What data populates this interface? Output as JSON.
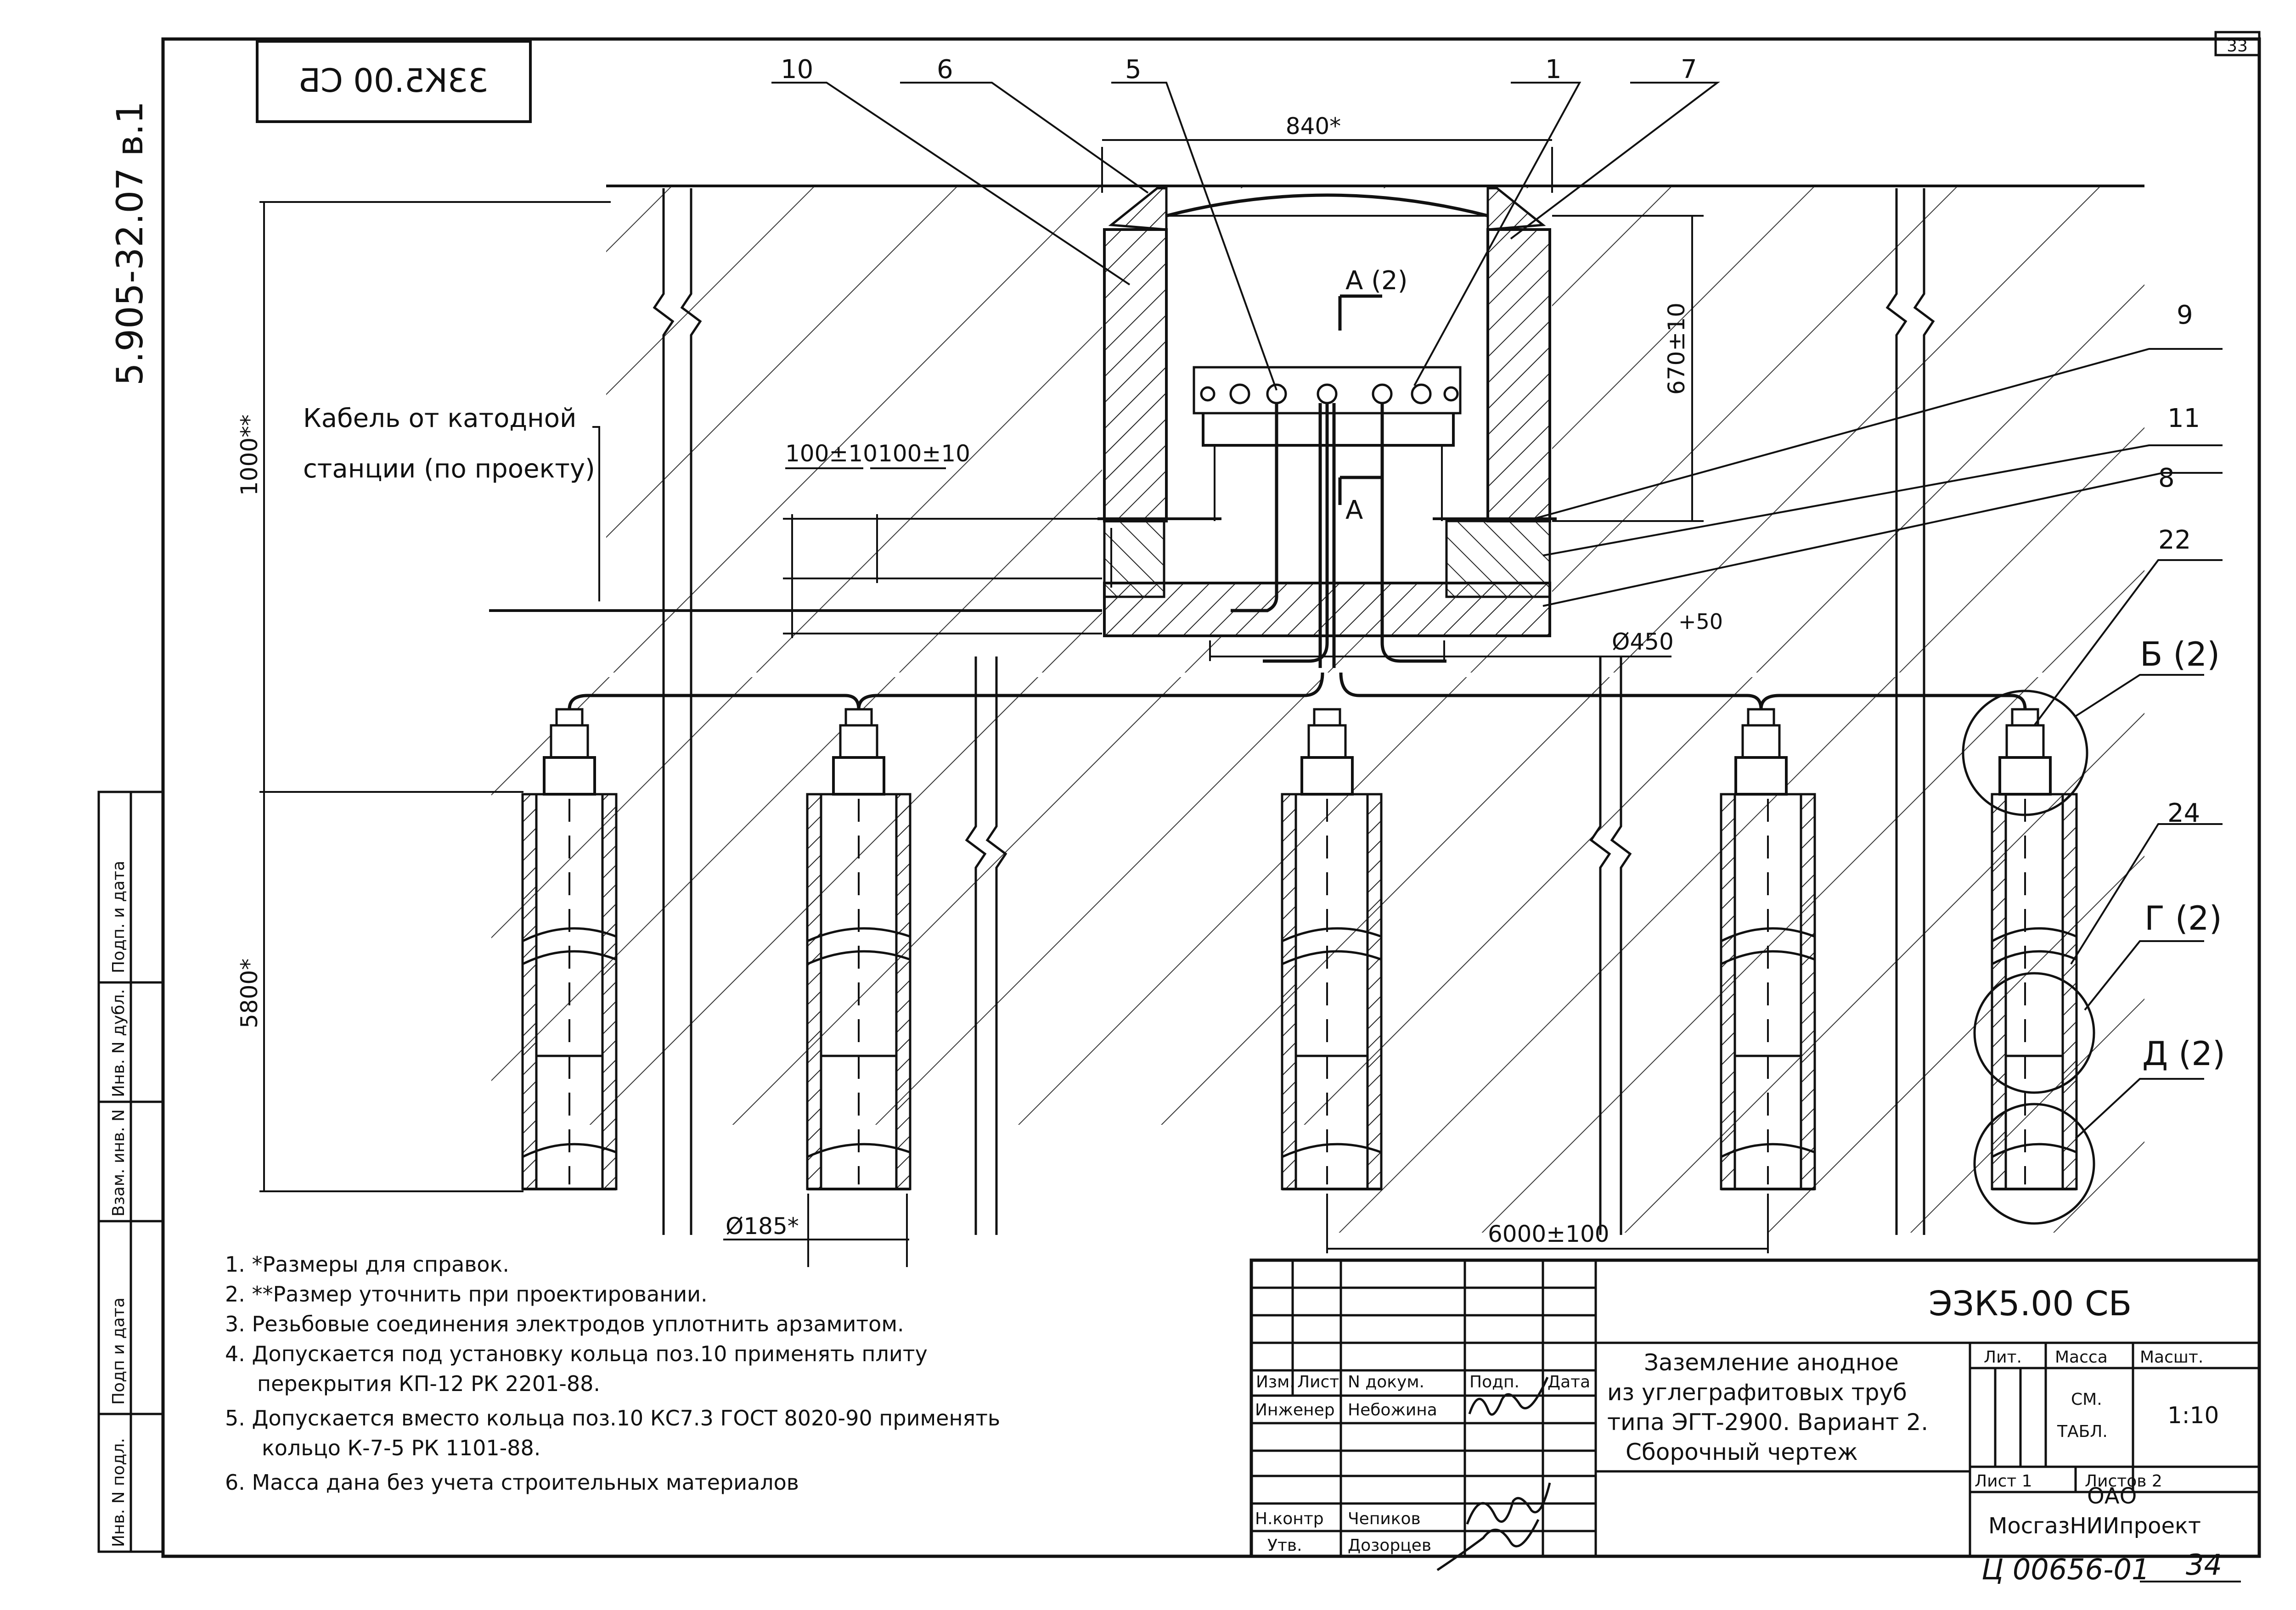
{
  "sheet": {
    "sheet_number": "33",
    "page_number": "34",
    "stamp_code_mirrored": "33К5.00 СБ",
    "side_code": "5.905-32.07 в.1",
    "archive_code": "Ц 00656-01"
  },
  "side_stamp": {
    "cells": [
      "Подп. и дата",
      "Инв. N дубл.",
      "Взам. инв. N",
      "Подп и дата",
      "Инв. N подл."
    ]
  },
  "callouts": {
    "pos10": "10",
    "pos6": "6",
    "pos5": "5",
    "pos1": "1",
    "pos7": "7",
    "pos9": "9",
    "pos11": "11",
    "pos8": "8",
    "pos22": "22",
    "pos24": "24"
  },
  "views": {
    "section_a_top": "А (2)",
    "section_a": "А",
    "view_b": "Б (2)",
    "view_g": "Г (2)",
    "view_d": "Д (2)"
  },
  "dimensions": {
    "width_840": "840*",
    "height_670": "670±10",
    "depth_1000": "1000**",
    "length_5800": "5800*",
    "gap_left": "100±10",
    "gap_right": "100±10",
    "diameter_450": "Ø450",
    "diameter_450_tol": "+50",
    "diameter_185": "Ø185*",
    "spacing_6000": "6000±100"
  },
  "cable_label": {
    "line1": "Кабель от катодной",
    "line2": "станции (по проекту)"
  },
  "notes": [
    "1. *Размеры для справок.",
    "2. **Размер уточнить при проектировании.",
    "3. Резьбовые соединения электродов уплотнить арзамитом.",
    "4. Допускается под установку кольца поз.10 применять  плиту",
    "перекрытия КП-12 РК 2201-88.",
    "5. Допускается вместо кольца поз.10  КС7.3 ГОСТ 8020-90 применять",
    "кольцо К-7-5 РК 1101-88.",
    "6. Масса дана без учета строительных материалов"
  ],
  "title_block": {
    "code": "ЭЗК5.00 СБ",
    "title_lines": [
      "Заземление анодное",
      "из углеграфитовых труб",
      "типа ЭГТ-2900. Вариант 2.",
      "Сборочный чертеж"
    ],
    "col_izm": "Изм.",
    "col_list": "Лист",
    "col_doc": "N  докум.",
    "col_sign": "Подп.",
    "col_date": "Дата",
    "role_engineer": "Инженер",
    "name_engineer": "Небожина",
    "role_nkontr": "Н.контр",
    "name_nkontr": "Чепиков",
    "role_utv": "Утв.",
    "name_utv": "Дозорцев",
    "lit_label": "Лит.",
    "mass_label": "Масса",
    "scale_label": "Масшт.",
    "mass_value_1": "СМ.",
    "mass_value_2": "ТАБЛ.",
    "scale_value": "1:10",
    "sheet_label": "Лист 1",
    "sheets_label": "Листов 2",
    "org_line1": "ОАО",
    "org_line2": "МосгазНИИпроект"
  }
}
